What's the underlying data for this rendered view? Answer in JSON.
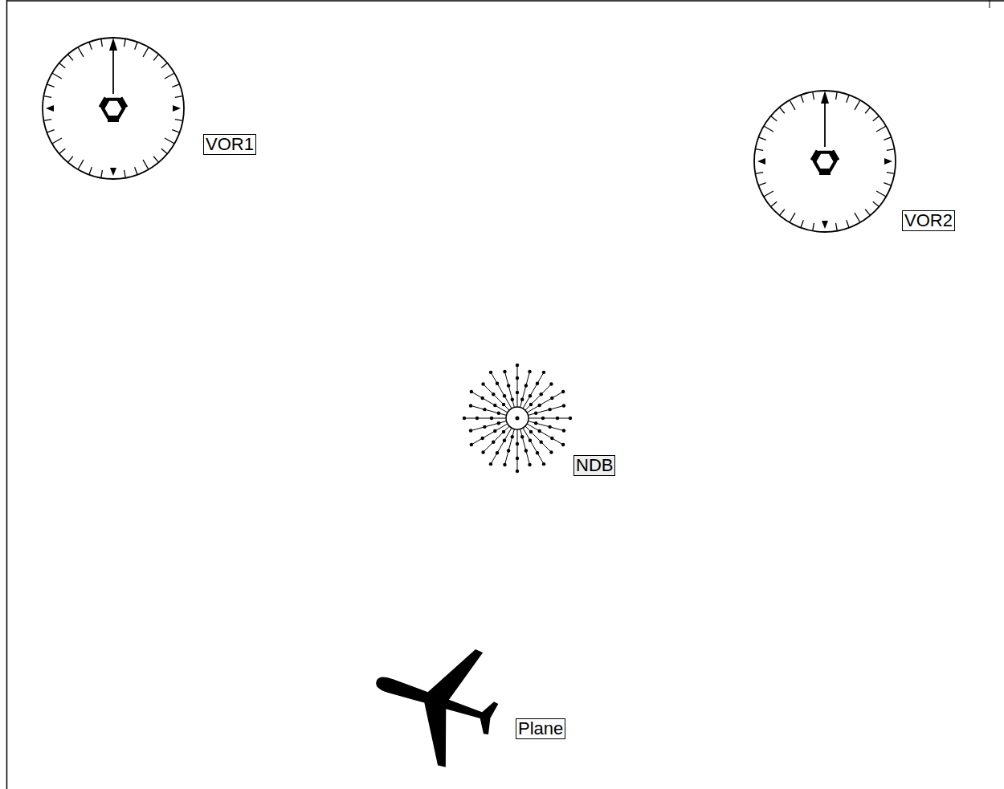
{
  "diagram": {
    "nodes": [
      {
        "text": [
          "VOR1"
        ]
      },
      {
        "text": [
          "VOR2"
        ]
      },
      {
        "text": [
          "NDB"
        ]
      },
      {
        "text": [
          "Plane"
        ]
      }
    ]
  }
}
